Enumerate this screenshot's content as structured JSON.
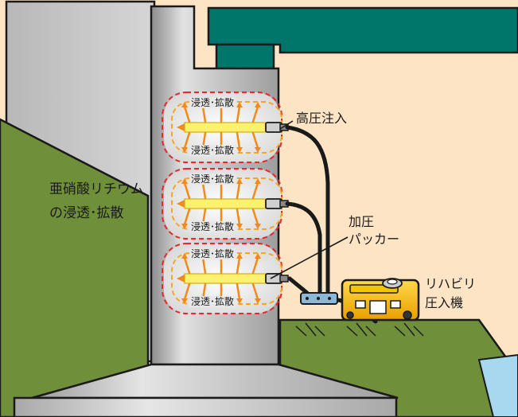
{
  "labels": {
    "high_pressure_injection": "高圧注入",
    "lithium_line1": "亜硝酸リチウム",
    "lithium_line2": "の浸透･拡散",
    "packer_line1": "加圧",
    "packer_line2": "パッカー",
    "machine_line1": "リハビリ",
    "machine_line2": "圧入機"
  },
  "zone_labels": [
    {
      "top": "浸透･拡散",
      "bottom": "浸透･拡散"
    },
    {
      "top": "浸透･拡散",
      "bottom": "浸透･拡散"
    },
    {
      "top": "浸透･拡散",
      "bottom": "浸透･拡散"
    }
  ],
  "colors": {
    "background": "#fce4c4",
    "ground": "#6f8f3a",
    "pillar_light": "#d8d8d8",
    "pillar_dark": "#9a9a9a",
    "beam": "#00766a",
    "hole": "#fff170",
    "arrow": "#f28a1a",
    "dashed_outer": "#e8282a",
    "dashed_inner": "#f5a623",
    "machine": "#f5b800",
    "water": "#a8d8f0"
  }
}
